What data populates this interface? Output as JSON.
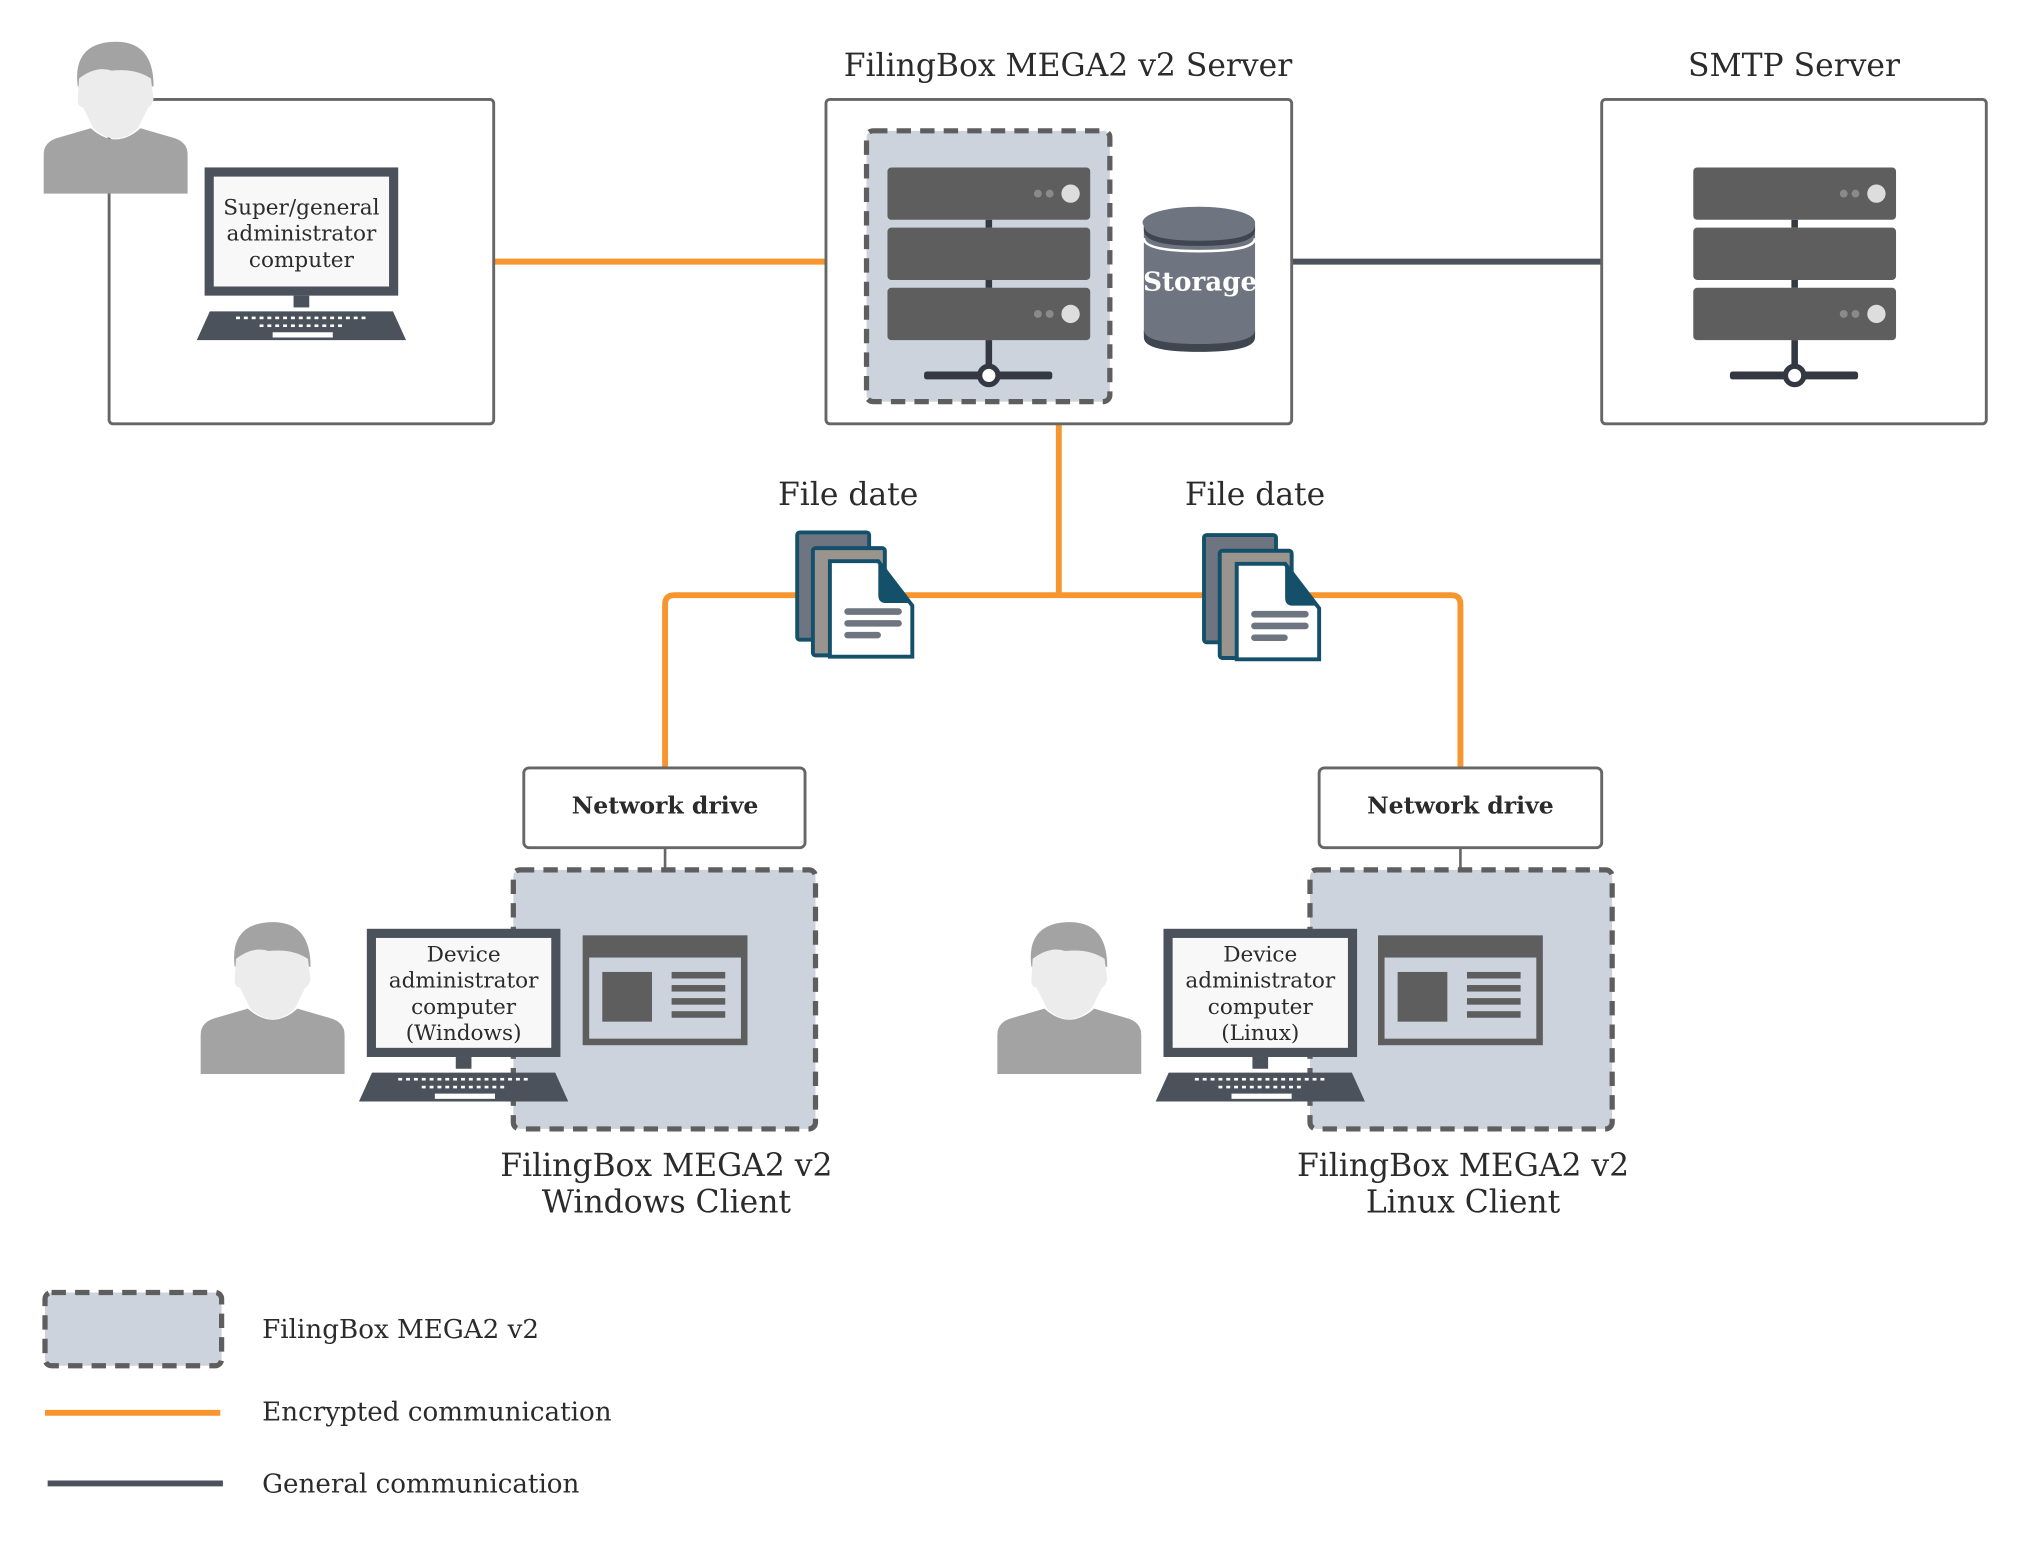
{
  "nodes": {
    "admin_computer": {
      "screen_lines": [
        "Super/general",
        "administrator",
        "computer"
      ]
    },
    "server": {
      "title": "FilingBox MEGA2 v2 Server",
      "storage_label": "Storage"
    },
    "smtp": {
      "title": "SMTP Server"
    },
    "file_left": {
      "label": "File date"
    },
    "file_right": {
      "label": "File date"
    },
    "windows_client": {
      "network_drive": "Network drive",
      "screen_lines": [
        "Device",
        "administrator",
        "computer",
        "(Windows)"
      ],
      "title_lines": [
        "FilingBox MEGA2 v2",
        "Windows Client"
      ]
    },
    "linux_client": {
      "network_drive": "Network drive",
      "screen_lines": [
        "Device",
        "administrator",
        "computer",
        "(Linux)"
      ],
      "title_lines": [
        "FilingBox MEGA2 v2",
        "Linux Client"
      ]
    }
  },
  "legend": {
    "items": [
      {
        "label": "FilingBox MEGA2 v2",
        "kind": "dashed-box"
      },
      {
        "label": "Encrypted communication",
        "kind": "line",
        "color": "#f7962f"
      },
      {
        "label": "General communication",
        "kind": "line",
        "color": "#4b525c"
      }
    ]
  },
  "colors": {
    "encrypted": "#f7962f",
    "general": "#4b525c",
    "filingbox_fill": "#cdd3dc",
    "file_icon": "#15506a"
  }
}
